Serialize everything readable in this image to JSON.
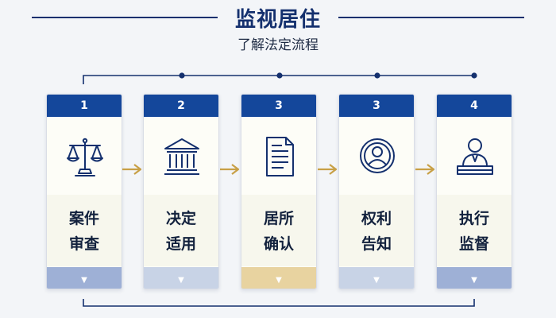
{
  "title": "监视居住",
  "subtitle": "了解法定流程",
  "colors": {
    "primary": "#14479b",
    "title": "#14306e",
    "arrow": "#c8a046",
    "foot_blue": "#9eb0d6",
    "foot_light": "#c8d3e6",
    "foot_gold": "#e8d3a0"
  },
  "steps": [
    {
      "number": "1",
      "line1": "案件",
      "line2": "审查",
      "icon": "scales-icon",
      "foot_color": "#9eb0d6",
      "foot_icon": "chevron-down-icon"
    },
    {
      "number": "2",
      "line1": "决定",
      "line2": "适用",
      "icon": "courthouse-icon",
      "foot_color": "#c8d3e6",
      "foot_icon": "chevron-down-icon"
    },
    {
      "number": "3",
      "line1": "居所",
      "line2": "确认",
      "icon": "document-icon",
      "foot_color": "#e8d3a0",
      "foot_icon": "chevron-down-icon"
    },
    {
      "number": "3",
      "line1": "权利",
      "line2": "告知",
      "icon": "person-circle-icon",
      "foot_color": "#c8d3e6",
      "foot_icon": "chevron-down-icon"
    },
    {
      "number": "4",
      "line1": "执行",
      "line2": "监督",
      "icon": "official-icon",
      "foot_color": "#9eb0d6",
      "foot_icon": "chevron-down-icon"
    }
  ]
}
